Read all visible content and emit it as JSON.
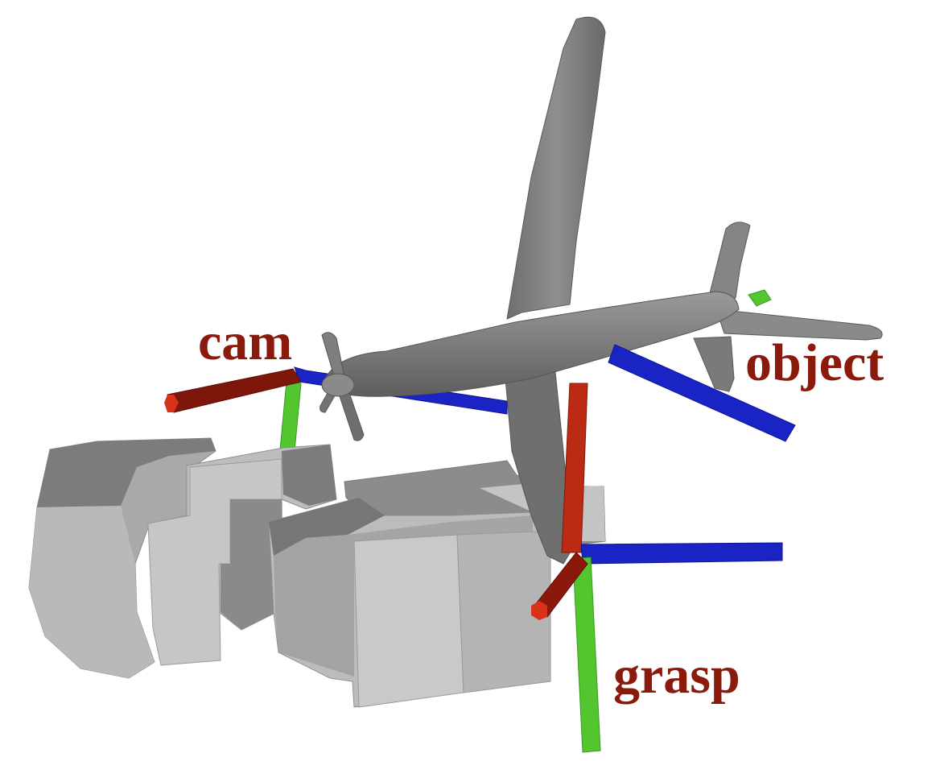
{
  "labels": {
    "cam": "cam",
    "object": "object",
    "grasp": "grasp"
  },
  "colors": {
    "label_text": "#8a1a0c",
    "x_axis": "#c02a10",
    "y_axis": "#4cc02a",
    "z_axis": "#1022c0",
    "airplane": "#7a7a7a",
    "gripper": "#b5b5b5",
    "background": "#ffffff"
  },
  "frames": [
    "cam",
    "object",
    "grasp"
  ],
  "objects": {
    "airplane": "airplane-model",
    "gripper": "gripper-model"
  }
}
